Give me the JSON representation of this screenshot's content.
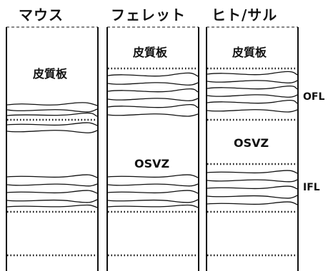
{
  "columns": [
    {
      "title": "マウス",
      "top_label": "皮質板"
    },
    {
      "title": "フェレット",
      "top_label": "皮質板",
      "zone_label": "OSVZ"
    },
    {
      "title": "ヒト/サル",
      "top_label": "皮質板",
      "zone_label": "OSVZ"
    }
  ],
  "side_labels": {
    "ofl": "OFL",
    "ifl": "IFL"
  }
}
